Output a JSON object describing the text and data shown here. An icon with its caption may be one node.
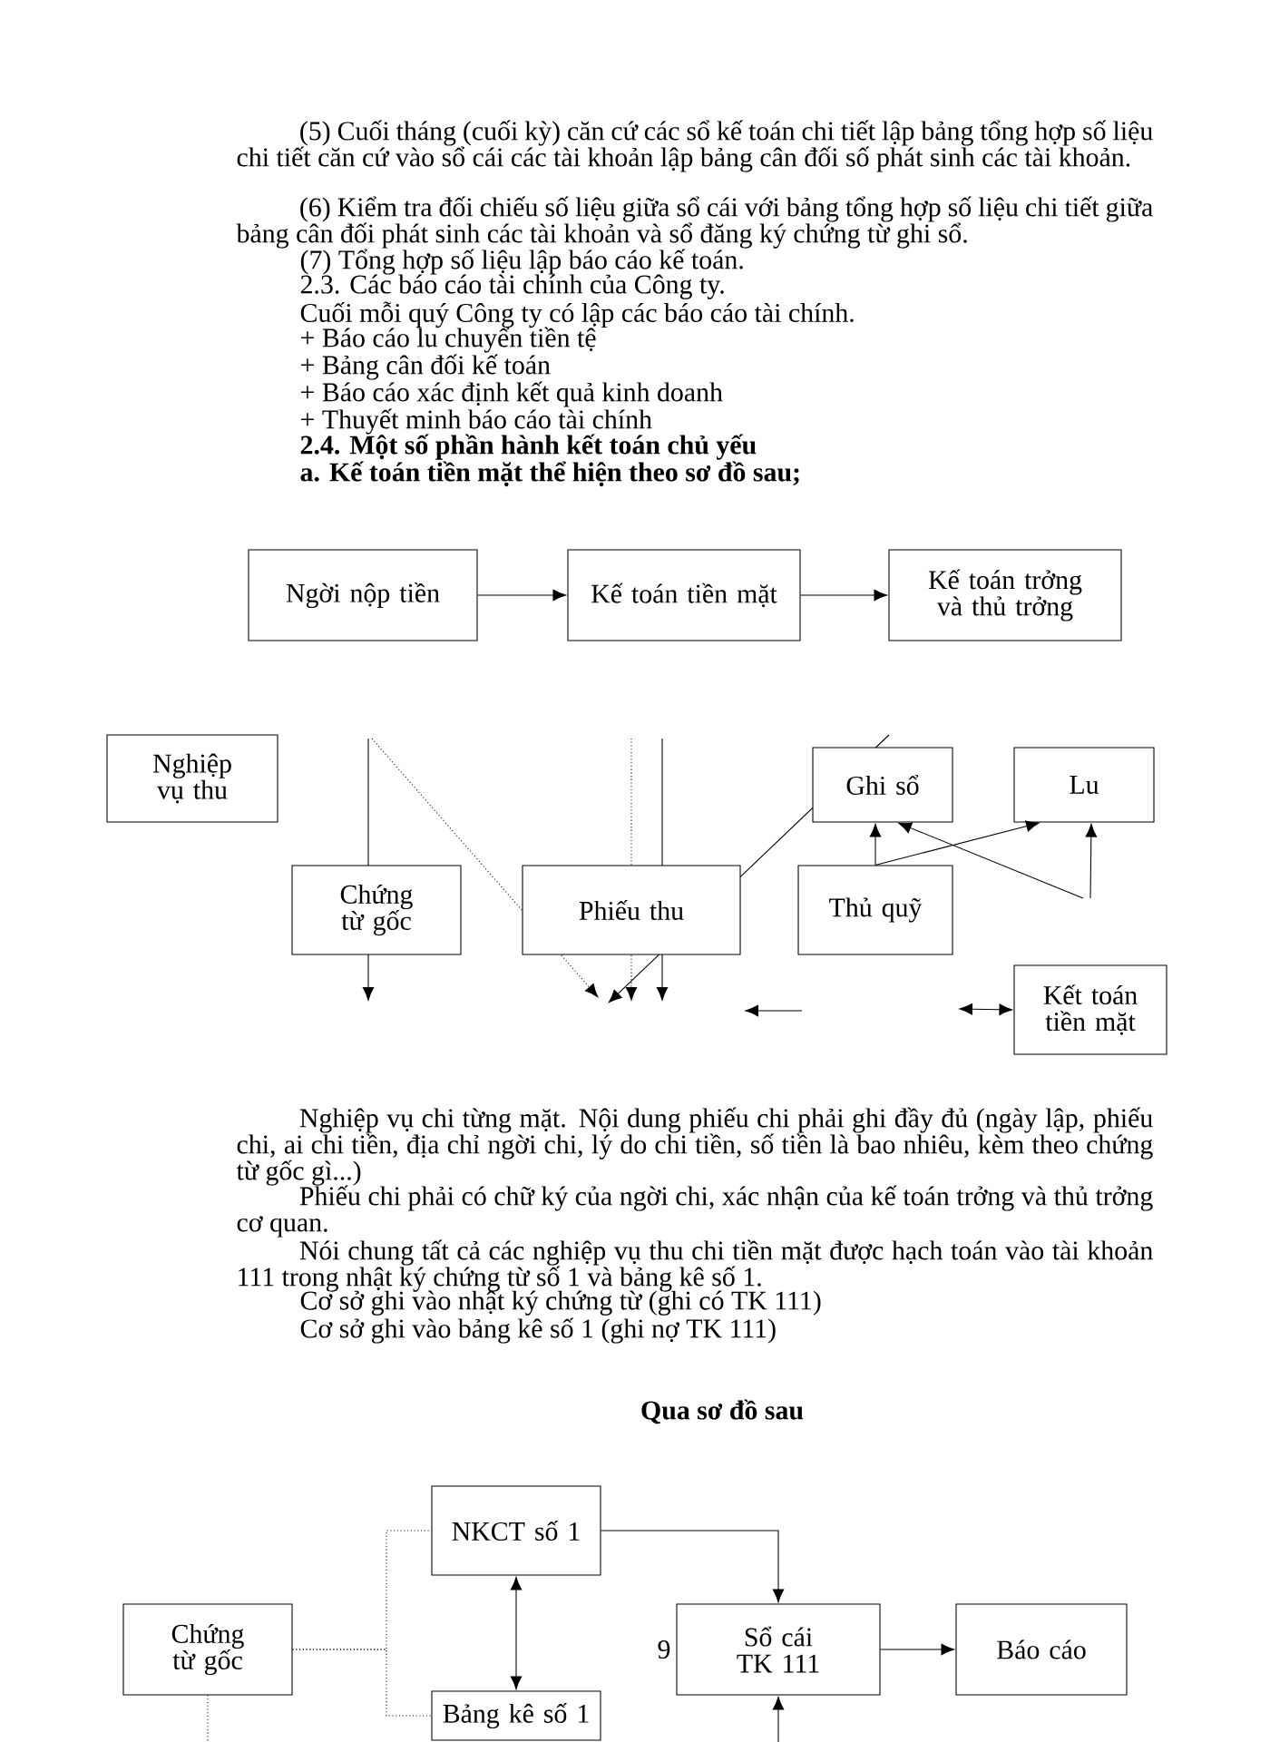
{
  "diagram": {
    "nodes": [
      {
        "text": [
          "Ngời nộp tiền"
        ]
      },
      {
        "text": [
          "Kế toán tiền mặt"
        ]
      },
      {
        "text": [
          "Kế toán trởng và thủ trởng"
        ]
      },
      {
        "text": [
          "Nghiệp vụ thu"
        ]
      },
      {
        "text": [
          "Ghi sổ"
        ]
      },
      {
        "text": [
          "Lu"
        ]
      },
      {
        "text": [
          "Chứng từ gốc"
        ]
      },
      {
        "text": [
          "Phiếu thu"
        ]
      },
      {
        "text": [
          "Thủ quỹ"
        ]
      },
      {
        "text": [
          "Kết toán tiền mặt"
        ]
      },
      {
        "text": [
          "NKCT số 1"
        ]
      },
      {
        "text": [
          "Chứng từ gốc"
        ]
      },
      {
        "text": [
          "Sổ cái TK 111"
        ]
      },
      {
        "text": [
          "Báo cáo"
        ]
      },
      {
        "text": [
          "Bảng kê số 1"
        ]
      }
    ],
    "edges": [
      {
        "from": 0,
        "to": 1,
        "arrow": "to"
      },
      {
        "from": 1,
        "to": 2,
        "arrow": "to"
      },
      {
        "from": 8,
        "to": 4,
        "arrow": "to"
      },
      {
        "from": 8,
        "to": 5,
        "arrow": "to"
      },
      {
        "from": null,
        "to": 5,
        "arrow": "to"
      },
      {
        "from": null,
        "to": 4,
        "arrow": "to"
      },
      {
        "from": null,
        "to": 9,
        "arrow": "both"
      },
      {
        "from": 10,
        "to": 12,
        "arrow": "to"
      },
      {
        "from": 10,
        "to": 14,
        "arrow": "both"
      },
      {
        "from": 12,
        "to": 13,
        "arrow": "to"
      },
      {
        "from": null,
        "to": 12,
        "arrow": "to"
      },
      {
        "from": 11,
        "to": 10,
        "arrow": "none",
        "style": "dashed"
      },
      {
        "from": 11,
        "to": 14,
        "arrow": "none",
        "style": "dashed"
      },
      {
        "from": 11,
        "to": null,
        "arrow": "none",
        "style": "dashed"
      }
    ],
    "labels": [
      "(5) Cuối tháng (cuối kỳ) căn cứ các sổ kế toán chi tiết lập bảng tổng hợp số liệu chi tiết căn cứ vào sổ cái các tài khoản lập bảng cân đối số phát sinh các tài khoản.",
      "(6) Kiểm tra đối chiếu số liệu giữa sổ cái với bảng tổng hợp số liệu chi tiết giữa bảng cân đối phát sinh các tài khoản và sổ đăng ký chứng từ ghi sổ.",
      "(7) Tổng hợp số liệu lập báo cáo kế toán.",
      "2.3. Các báo cáo tài chính của Công ty.",
      "Cuối mỗi quý Công ty có lập các báo cáo tài chính.",
      "+ Báo cáo lu chuyển tiền tệ",
      "+ Bảng cân đối kế toán",
      "+ Báo cáo xác định kết quả kinh doanh",
      "+ Thuyết minh báo cáo tài chính",
      "2.4. Một số phần hành kết toán chủ yếu",
      "a. Kế toán tiền mặt thể hiện theo sơ đồ sau;",
      "Nghiệp vụ chi từng mặt. Nội dung phiếu chi phải ghi đầy đủ (ngày lập, phiếu chi, ai chi tiền, địa chỉ ngời chi, lý do chi tiền, số tiền là bao nhiêu, kèm theo chứng từ gốc gì...)",
      "Phiếu chi phải có chữ ký của ngời chi, xác nhận của kế toán trởng và thủ trởng cơ quan.",
      "Nói chung tất cả các nghiệp vụ thu chi tiền mặt được hạch toán vào tài khoản 111 trong nhật ký chứng từ số 1 và bảng kê số 1.",
      "Cơ sở ghi vào nhật ký chứng từ (ghi có TK 111)",
      "Cơ sở ghi vào bảng kê số 1 (ghi nợ TK 111)",
      "Qua sơ đồ sau",
      "9"
    ]
  }
}
